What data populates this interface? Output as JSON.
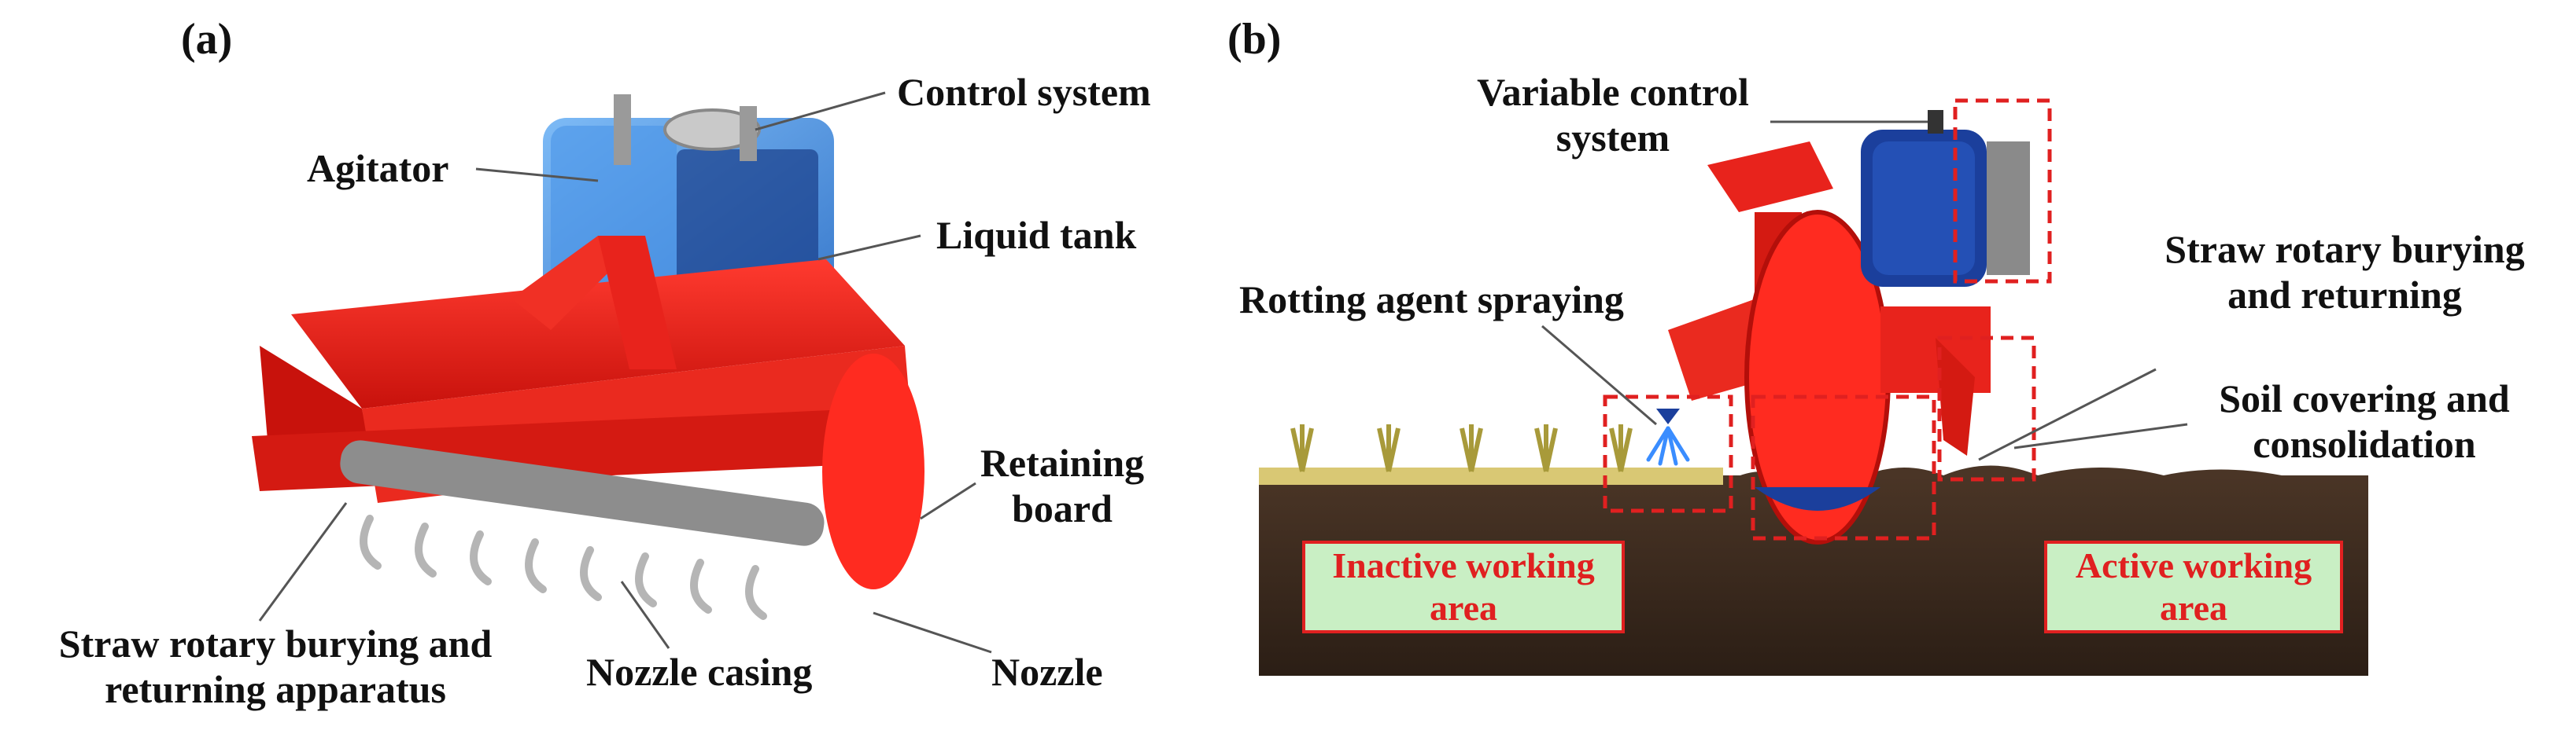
{
  "panels": {
    "a": {
      "tag": "(a)",
      "labels": {
        "control_system": "Control system",
        "agitator": "Agitator",
        "liquid_tank": "Liquid tank",
        "retaining_board_1": "Retaining",
        "retaining_board_2": "board",
        "straw_apparatus_1": "Straw rotary burying and",
        "straw_apparatus_2": "returning apparatus",
        "nozzle_casing": "Nozzle casing",
        "nozzle": "Nozzle"
      }
    },
    "b": {
      "tag": "(b)",
      "labels": {
        "variable_control_1": "Variable control",
        "variable_control_2": "system",
        "rotting_agent": "Rotting agent spraying",
        "straw_returning_1": "Straw rotary burying",
        "straw_returning_2": "and returning",
        "soil_covering_1": "Soil covering and",
        "soil_covering_2": "consolidation",
        "inactive_1": "Inactive working",
        "inactive_2": "area",
        "active_1": "Active working",
        "active_2": "area"
      }
    }
  },
  "colors": {
    "machine_red": "#e8231c",
    "tank_blue": "#2f7fd9",
    "tank_dark_blue": "#1b3f9c",
    "soil": "#3b2a1e",
    "straw": "#d9c874",
    "area_fill": "#c9efc4",
    "highlight": "#e02020"
  },
  "icons": [
    "rotary-tiller-illustration",
    "liquid-tank-illustration",
    "spray-nozzle-icon",
    "rice-stubble-icon"
  ]
}
